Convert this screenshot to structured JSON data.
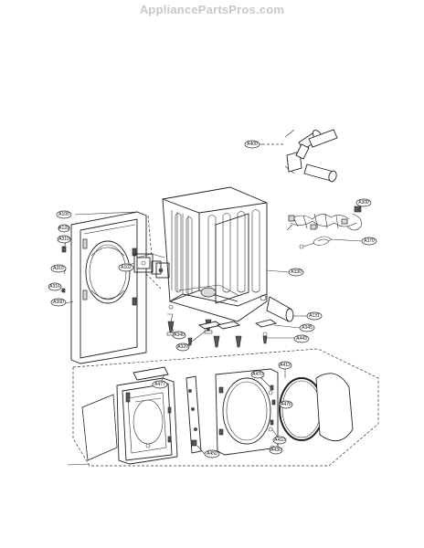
{
  "watermark": "AppliancePartsPros.com",
  "callouts": [
    {
      "id": "A400",
      "label": "A400"
    },
    {
      "id": "A100",
      "label": "A100"
    },
    {
      "id": "A120",
      "label": "A120"
    },
    {
      "id": "A102",
      "label": "A102"
    },
    {
      "id": "A300",
      "label": "A300"
    },
    {
      "id": "A330",
      "label": "A330"
    },
    {
      "id": "A310",
      "label": "A310"
    },
    {
      "id": "A319",
      "label": "A319"
    },
    {
      "id": "A316",
      "label": "A316"
    },
    {
      "id": "A390",
      "label": "A390"
    },
    {
      "id": "A370",
      "label": "A370"
    },
    {
      "id": "A131",
      "label": "A131"
    },
    {
      "id": "A340",
      "label": "A340"
    },
    {
      "id": "A320",
      "label": "A320"
    },
    {
      "id": "A345",
      "label": "A345"
    },
    {
      "id": "A443",
      "label": "A443"
    },
    {
      "id": "A470",
      "label": "A470"
    },
    {
      "id": "A412",
      "label": "A412"
    },
    {
      "id": "A477",
      "label": "A477"
    },
    {
      "id": "A476",
      "label": "A476"
    },
    {
      "id": "A410",
      "label": "A410"
    },
    {
      "id": "A430",
      "label": "A430"
    },
    {
      "id": "A450",
      "label": "A450"
    }
  ]
}
